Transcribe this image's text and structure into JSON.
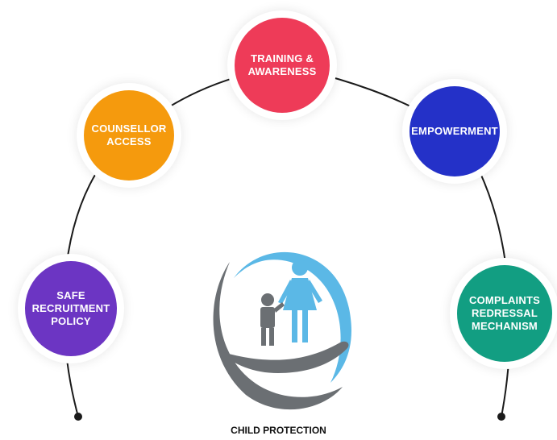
{
  "colors": {
    "training": "#ee3b58",
    "counsellor": "#f59a0d",
    "empowerment": "#2431c8",
    "recruitment": "#6c35c3",
    "complaints": "#129e82",
    "emblem_blue": "#5bb8e6",
    "emblem_gray": "#6b6f73",
    "arc": "#1a1a1a"
  },
  "nodes": {
    "training": "TRAINING &\nAWARENESS",
    "counsellor": "COUNSELLOR\nACCESS",
    "empowerment": "EMPOWERMENT",
    "recruitment": "SAFE\nRECRUITMENT\nPOLICY",
    "complaints": "COMPLAINTS\nREDRESSAL\nMECHANISM"
  },
  "title": "CHILD PROTECTION"
}
